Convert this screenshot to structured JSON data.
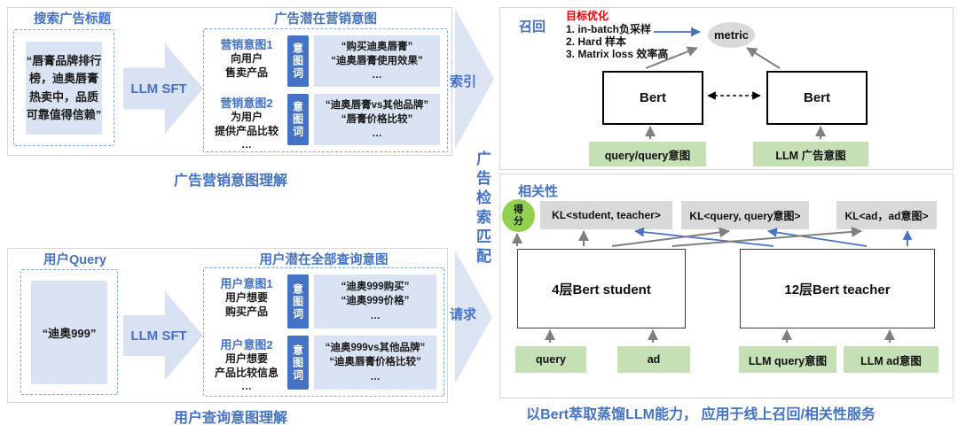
{
  "ad_understanding": {
    "input_title": "搜索广告标题",
    "input_text": "“唇膏品牌排行榜，迪奥唇膏热卖中，品质可靠值得信赖”",
    "llm_arrow_label": "LLM SFT",
    "output_title": "广告潜在营销意图",
    "rows": [
      {
        "name": "营销意图1",
        "desc": "向用户\n售卖产品",
        "tag": "意图词",
        "keywords": "“购买迪奥唇膏”\n“迪奥唇膏使用效果”\n…"
      },
      {
        "name": "营销意图2",
        "desc": "为用户\n提供产品比较\n…",
        "tag": "意图词",
        "keywords": "“迪奥唇膏vs其他品牌”\n“唇膏价格比较”\n…"
      }
    ],
    "caption": "广告营销意图理解"
  },
  "query_understanding": {
    "input_title": "用户Query",
    "input_text": "“迪奥999”",
    "llm_arrow_label": "LLM SFT",
    "output_title": "用户潜在全部查询意图",
    "rows": [
      {
        "name": "用户意图1",
        "desc": "用户想要\n购买产品",
        "tag": "意图词",
        "keywords": "“迪奥999购买”\n“迪奥999价格”\n…"
      },
      {
        "name": "用户意图2",
        "desc": "用户想要\n产品比较信息\n…",
        "tag": "意图词",
        "keywords": "“迪奥999vs其他品牌”\n“迪奥唇膏价格比较”\n…"
      }
    ],
    "caption": "用户查询意图理解"
  },
  "middle": {
    "index_label": "索引",
    "request_label": "请求",
    "vertical_label": "广告检索匹配"
  },
  "recall": {
    "title": "召回",
    "objective_title": "目标优化",
    "objectives": "1. in-batch负采样\n2. Hard 样本\n3. Matrix loss 效率高",
    "metric_label": "metric",
    "left_bert": "Bert",
    "right_bert": "Bert",
    "left_input": "query/query意图",
    "right_input": "LLM 广告意图"
  },
  "relevance": {
    "title": "相关性",
    "score_label": "得\n分",
    "kl_student_teacher": "KL<student, teacher>",
    "kl_query_intent": "KL<query, query意图>",
    "kl_ad_intent": "KL<ad，ad意图>",
    "student_label": "4层Bert student",
    "teacher_label": "12层Bert teacher",
    "student_input_left": "query",
    "student_input_right": "ad",
    "teacher_input_left": "LLM query意图",
    "teacher_input_right": "LLM ad意图",
    "caption": "以Bert萃取蒸馏LLM能力， 应用于线上召回/相关性服务"
  },
  "colors": {
    "accent_blue": "#4472c4",
    "light_blue_fill": "#dae3f3",
    "tag_blue": "#4472c4",
    "green_fill": "#c5e0b4",
    "score_green": "#92d050",
    "gray_fill": "#d9d9d9",
    "red_text": "#e60000",
    "gray_arrow": "#7f7f7f"
  }
}
